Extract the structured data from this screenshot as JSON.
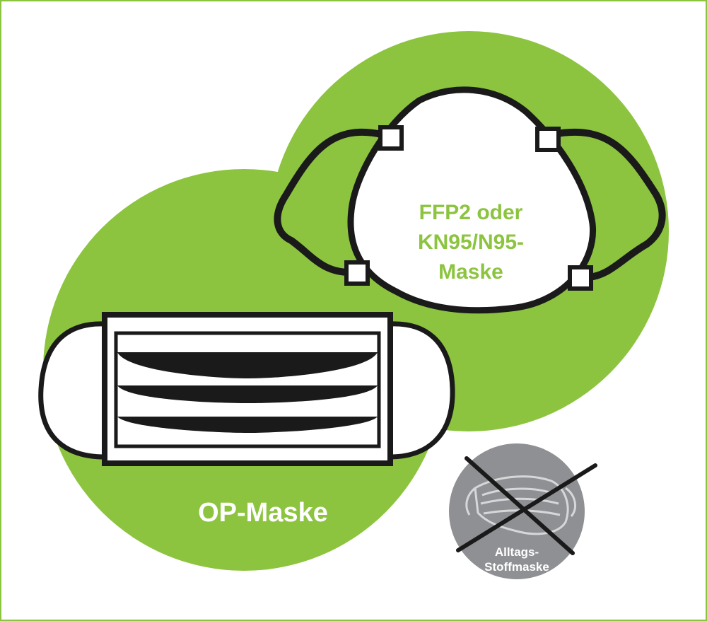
{
  "colors": {
    "accent_green": "#8cc43f",
    "border": "#8cc43f",
    "outline": "#1a1a1a",
    "gray_circle": "#8f9093",
    "white": "#ffffff"
  },
  "ffp2": {
    "line1": "FFP2 oder",
    "line2": "KN95/N95-",
    "line3": "Maske"
  },
  "op": {
    "label": "OP-Maske"
  },
  "cloth": {
    "line1": "Alltags-",
    "line2": "Stoffmaske"
  },
  "icons": [
    "ffp2-mask-icon",
    "surgical-mask-icon",
    "cloth-mask-icon",
    "cross-out-icon"
  ]
}
